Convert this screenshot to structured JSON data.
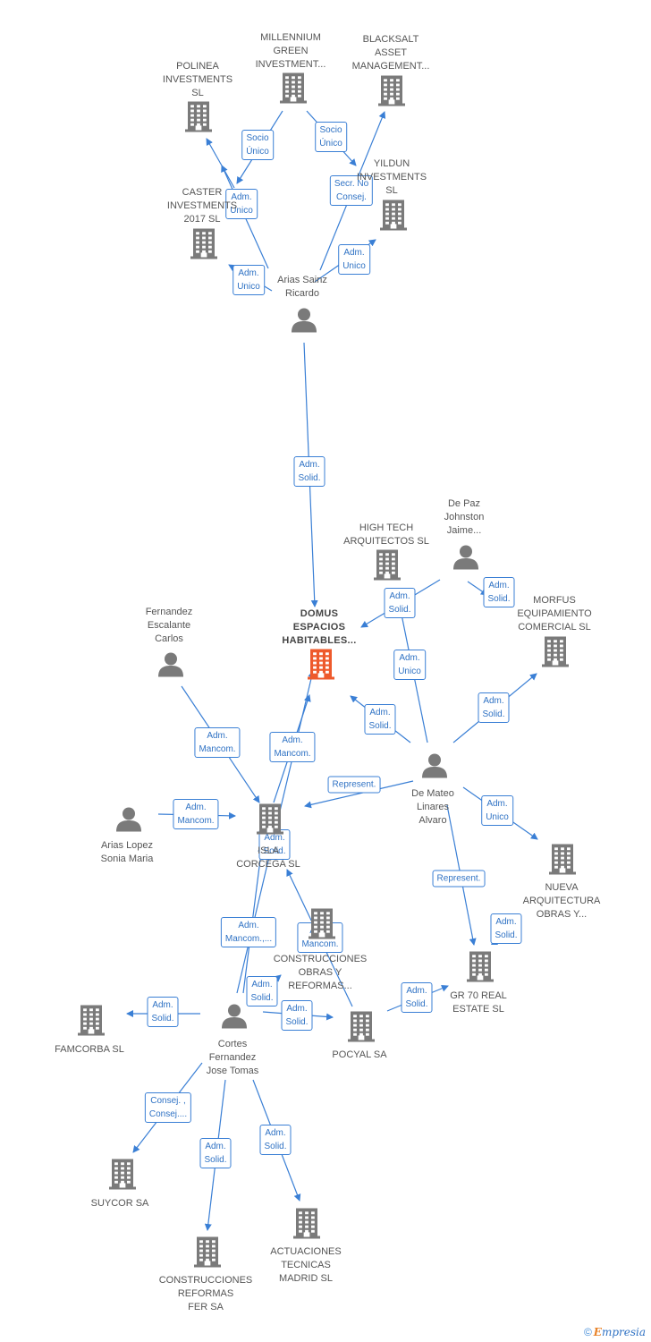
{
  "colors": {
    "company": "#7a7a7a",
    "main_company": "#ee5a2c",
    "person": "#7a7a7a",
    "edge": "#3a7fd5"
  },
  "nodes": [
    {
      "id": "millennium",
      "type": "company",
      "lines": [
        "MILLENNIUM",
        "GREEN",
        "INVESTMENT..."
      ]
    },
    {
      "id": "blacksalt",
      "type": "company",
      "lines": [
        "BLACKSALT",
        "ASSET",
        "MANAGEMENT..."
      ]
    },
    {
      "id": "polinea",
      "type": "company",
      "lines": [
        "POLINEA",
        "INVESTMENTS",
        "SL"
      ]
    },
    {
      "id": "yildun",
      "type": "company",
      "lines": [
        "YILDUN",
        "INVESTMENTS",
        "SL"
      ]
    },
    {
      "id": "caster",
      "type": "company",
      "lines": [
        "CASTER",
        "INVESTMENTS",
        "2017 SL"
      ]
    },
    {
      "id": "arias_sainz",
      "type": "person",
      "lines": [
        "Arias Sainz",
        "Ricardo"
      ]
    },
    {
      "id": "hightech",
      "type": "company",
      "lines": [
        "HIGH TECH",
        "ARQUITECTOS SL"
      ]
    },
    {
      "id": "depaz",
      "type": "person",
      "lines": [
        "De Paz",
        "Johnston",
        "Jaime..."
      ]
    },
    {
      "id": "morfus",
      "type": "company",
      "lines": [
        "MORFUS",
        "EQUIPAMIENTO",
        "COMERCIAL SL"
      ]
    },
    {
      "id": "domus",
      "type": "main",
      "lines": [
        "DOMUS",
        "ESPACIOS",
        "HABITABLES..."
      ]
    },
    {
      "id": "fernandez",
      "type": "person",
      "lines": [
        "Fernandez",
        "Escalante",
        "Carlos"
      ]
    },
    {
      "id": "demateo",
      "type": "person",
      "lines": [
        "De Mateo",
        "Linares",
        "Alvaro"
      ]
    },
    {
      "id": "arias_lopez",
      "type": "person",
      "lines": [
        "Arias Lopez",
        "Sonia Maria"
      ]
    },
    {
      "id": "isla",
      "type": "company",
      "lines": [
        "ISLA",
        "CORCEGA SL"
      ]
    },
    {
      "id": "nueva",
      "type": "company",
      "lines": [
        "NUEVA",
        "ARQUITECTURA",
        "OBRAS Y..."
      ]
    },
    {
      "id": "construcciones_obras",
      "type": "company",
      "lines": [
        "CONSTRUCCIONES",
        "OBRAS Y",
        "REFORMAS..."
      ]
    },
    {
      "id": "gr70",
      "type": "company",
      "lines": [
        "GR 70 REAL",
        "ESTATE SL"
      ]
    },
    {
      "id": "famcorba",
      "type": "company",
      "lines": [
        "FAMCORBA SL"
      ]
    },
    {
      "id": "cortes",
      "type": "person",
      "lines": [
        "Cortes",
        "Fernandez",
        "Jose Tomas"
      ]
    },
    {
      "id": "pocyal",
      "type": "company",
      "lines": [
        "POCYAL SA"
      ]
    },
    {
      "id": "suycor",
      "type": "company",
      "lines": [
        "SUYCOR SA"
      ]
    },
    {
      "id": "actuaciones",
      "type": "company",
      "lines": [
        "ACTUACIONES",
        "TECNICAS",
        "MADRID SL"
      ]
    },
    {
      "id": "construcciones_fer",
      "type": "company",
      "lines": [
        "CONSTRUCCIONES",
        "REFORMAS",
        "FER SA"
      ]
    }
  ],
  "edges": [
    {
      "id": "e1",
      "from": "millennium",
      "to": "caster",
      "lines": [
        "Socio",
        "Único"
      ]
    },
    {
      "id": "e2",
      "from": "millennium",
      "to": "polinea",
      "lines": [
        "Socio",
        "Único"
      ]
    },
    {
      "id": "e3",
      "from": "millennium",
      "to": "yildun",
      "lines": [
        "Socio",
        "Único"
      ]
    },
    {
      "id": "e4",
      "from": "arias_sainz",
      "to": "blacksalt",
      "lines": [
        "Secr. No",
        "Consej."
      ]
    },
    {
      "id": "e5",
      "from": "arias_sainz",
      "to": "polinea",
      "lines": [
        "Adm.",
        "Unico"
      ]
    },
    {
      "id": "e6",
      "from": "arias_sainz",
      "to": "caster",
      "lines": [
        "Adm.",
        "Unico"
      ]
    },
    {
      "id": "e7",
      "from": "arias_sainz",
      "to": "yildun",
      "lines": [
        "Adm.",
        "Unico"
      ]
    },
    {
      "id": "e8",
      "from": "arias_sainz",
      "to": "domus",
      "lines": [
        "Adm.",
        "Solid."
      ]
    },
    {
      "id": "e9",
      "from": "depaz",
      "to": "domus",
      "lines": [
        "Adm.",
        "Solid."
      ]
    },
    {
      "id": "e10",
      "from": "depaz",
      "to": "morfus",
      "lines": [
        "Adm.",
        "Solid."
      ]
    },
    {
      "id": "e11",
      "from": "demateo",
      "to": "hightech",
      "lines": [
        "Adm.",
        "Unico"
      ]
    },
    {
      "id": "e12",
      "from": "demateo",
      "to": "domus",
      "lines": [
        "Adm.",
        "Solid."
      ]
    },
    {
      "id": "e13",
      "from": "demateo",
      "to": "morfus",
      "lines": [
        "Adm.",
        "Solid."
      ]
    },
    {
      "id": "e14",
      "from": "demateo",
      "to": "isla",
      "lines": [
        "Represent."
      ]
    },
    {
      "id": "e15",
      "from": "demateo",
      "to": "nueva",
      "lines": [
        "Adm.",
        "Unico"
      ]
    },
    {
      "id": "e16",
      "from": "demateo",
      "to": "gr70",
      "lines": [
        "Represent."
      ]
    },
    {
      "id": "e17",
      "from": "fernandez",
      "to": "isla",
      "lines": [
        "Adm.",
        "Mancom."
      ]
    },
    {
      "id": "e18",
      "from": "isla",
      "to": "domus",
      "lines": [
        "Adm.",
        "Mancom."
      ]
    },
    {
      "id": "e19",
      "from": "arias_lopez",
      "to": "isla",
      "lines": [
        "Adm.",
        "Mancom."
      ]
    },
    {
      "id": "e20",
      "from": "cortes",
      "to": "isla",
      "lines": [
        "Adm.",
        "Solid."
      ]
    },
    {
      "id": "e21",
      "from": "cortes",
      "to": "domus",
      "lines": [
        "Adm.",
        "Mancom.,..."
      ]
    },
    {
      "id": "e22",
      "from": "pocyal",
      "to": "isla",
      "lines": [
        "Adm.",
        "Mancom."
      ]
    },
    {
      "id": "e23",
      "from": "cortes",
      "to": "construcciones_obras",
      "lines": [
        "Adm.",
        "Solid."
      ]
    },
    {
      "id": "e24",
      "from": "cortes",
      "to": "famcorba",
      "lines": [
        "Adm.",
        "Solid."
      ]
    },
    {
      "id": "e25",
      "from": "cortes",
      "to": "pocyal",
      "lines": [
        "Adm.",
        "Solid."
      ]
    },
    {
      "id": "e26",
      "from": "pocyal",
      "to": "gr70",
      "lines": [
        "Adm.",
        "Solid."
      ]
    },
    {
      "id": "e27",
      "from": "gr70",
      "to": "nueva",
      "lines": [
        "Adm.",
        "Solid."
      ]
    },
    {
      "id": "e28",
      "from": "cortes",
      "to": "suycor",
      "lines": [
        "Consej. ,",
        "Consej...."
      ]
    },
    {
      "id": "e29",
      "from": "cortes",
      "to": "construcciones_fer",
      "lines": [
        "Adm.",
        "Solid."
      ]
    },
    {
      "id": "e30",
      "from": "cortes",
      "to": "actuaciones",
      "lines": [
        "Adm.",
        "Solid."
      ]
    }
  ],
  "brand": {
    "copyright": "©",
    "name_first": "E",
    "name_rest": "mpresia"
  }
}
